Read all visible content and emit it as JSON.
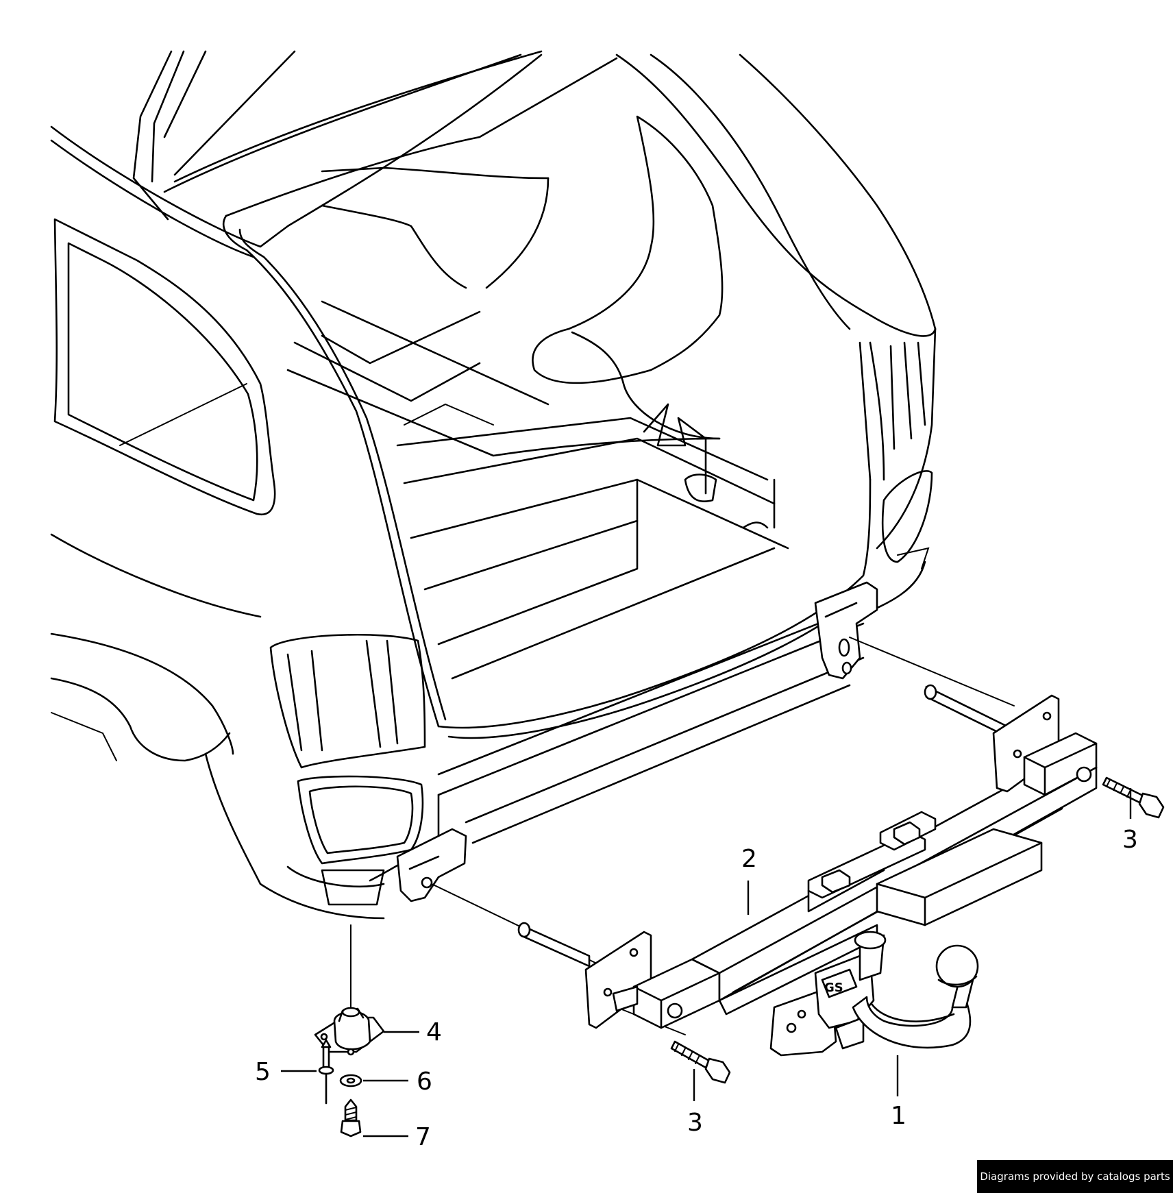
{
  "diagram": {
    "callouts": [
      {
        "id": "1",
        "label": "1"
      },
      {
        "id": "2",
        "label": "2"
      },
      {
        "id": "3a",
        "label": "3"
      },
      {
        "id": "3b",
        "label": "3"
      },
      {
        "id": "4",
        "label": "4"
      },
      {
        "id": "5",
        "label": "5"
      },
      {
        "id": "6",
        "label": "6"
      },
      {
        "id": "7",
        "label": "7"
      }
    ]
  },
  "footer": {
    "credit": "Diagrams provided by catalogs parts"
  }
}
